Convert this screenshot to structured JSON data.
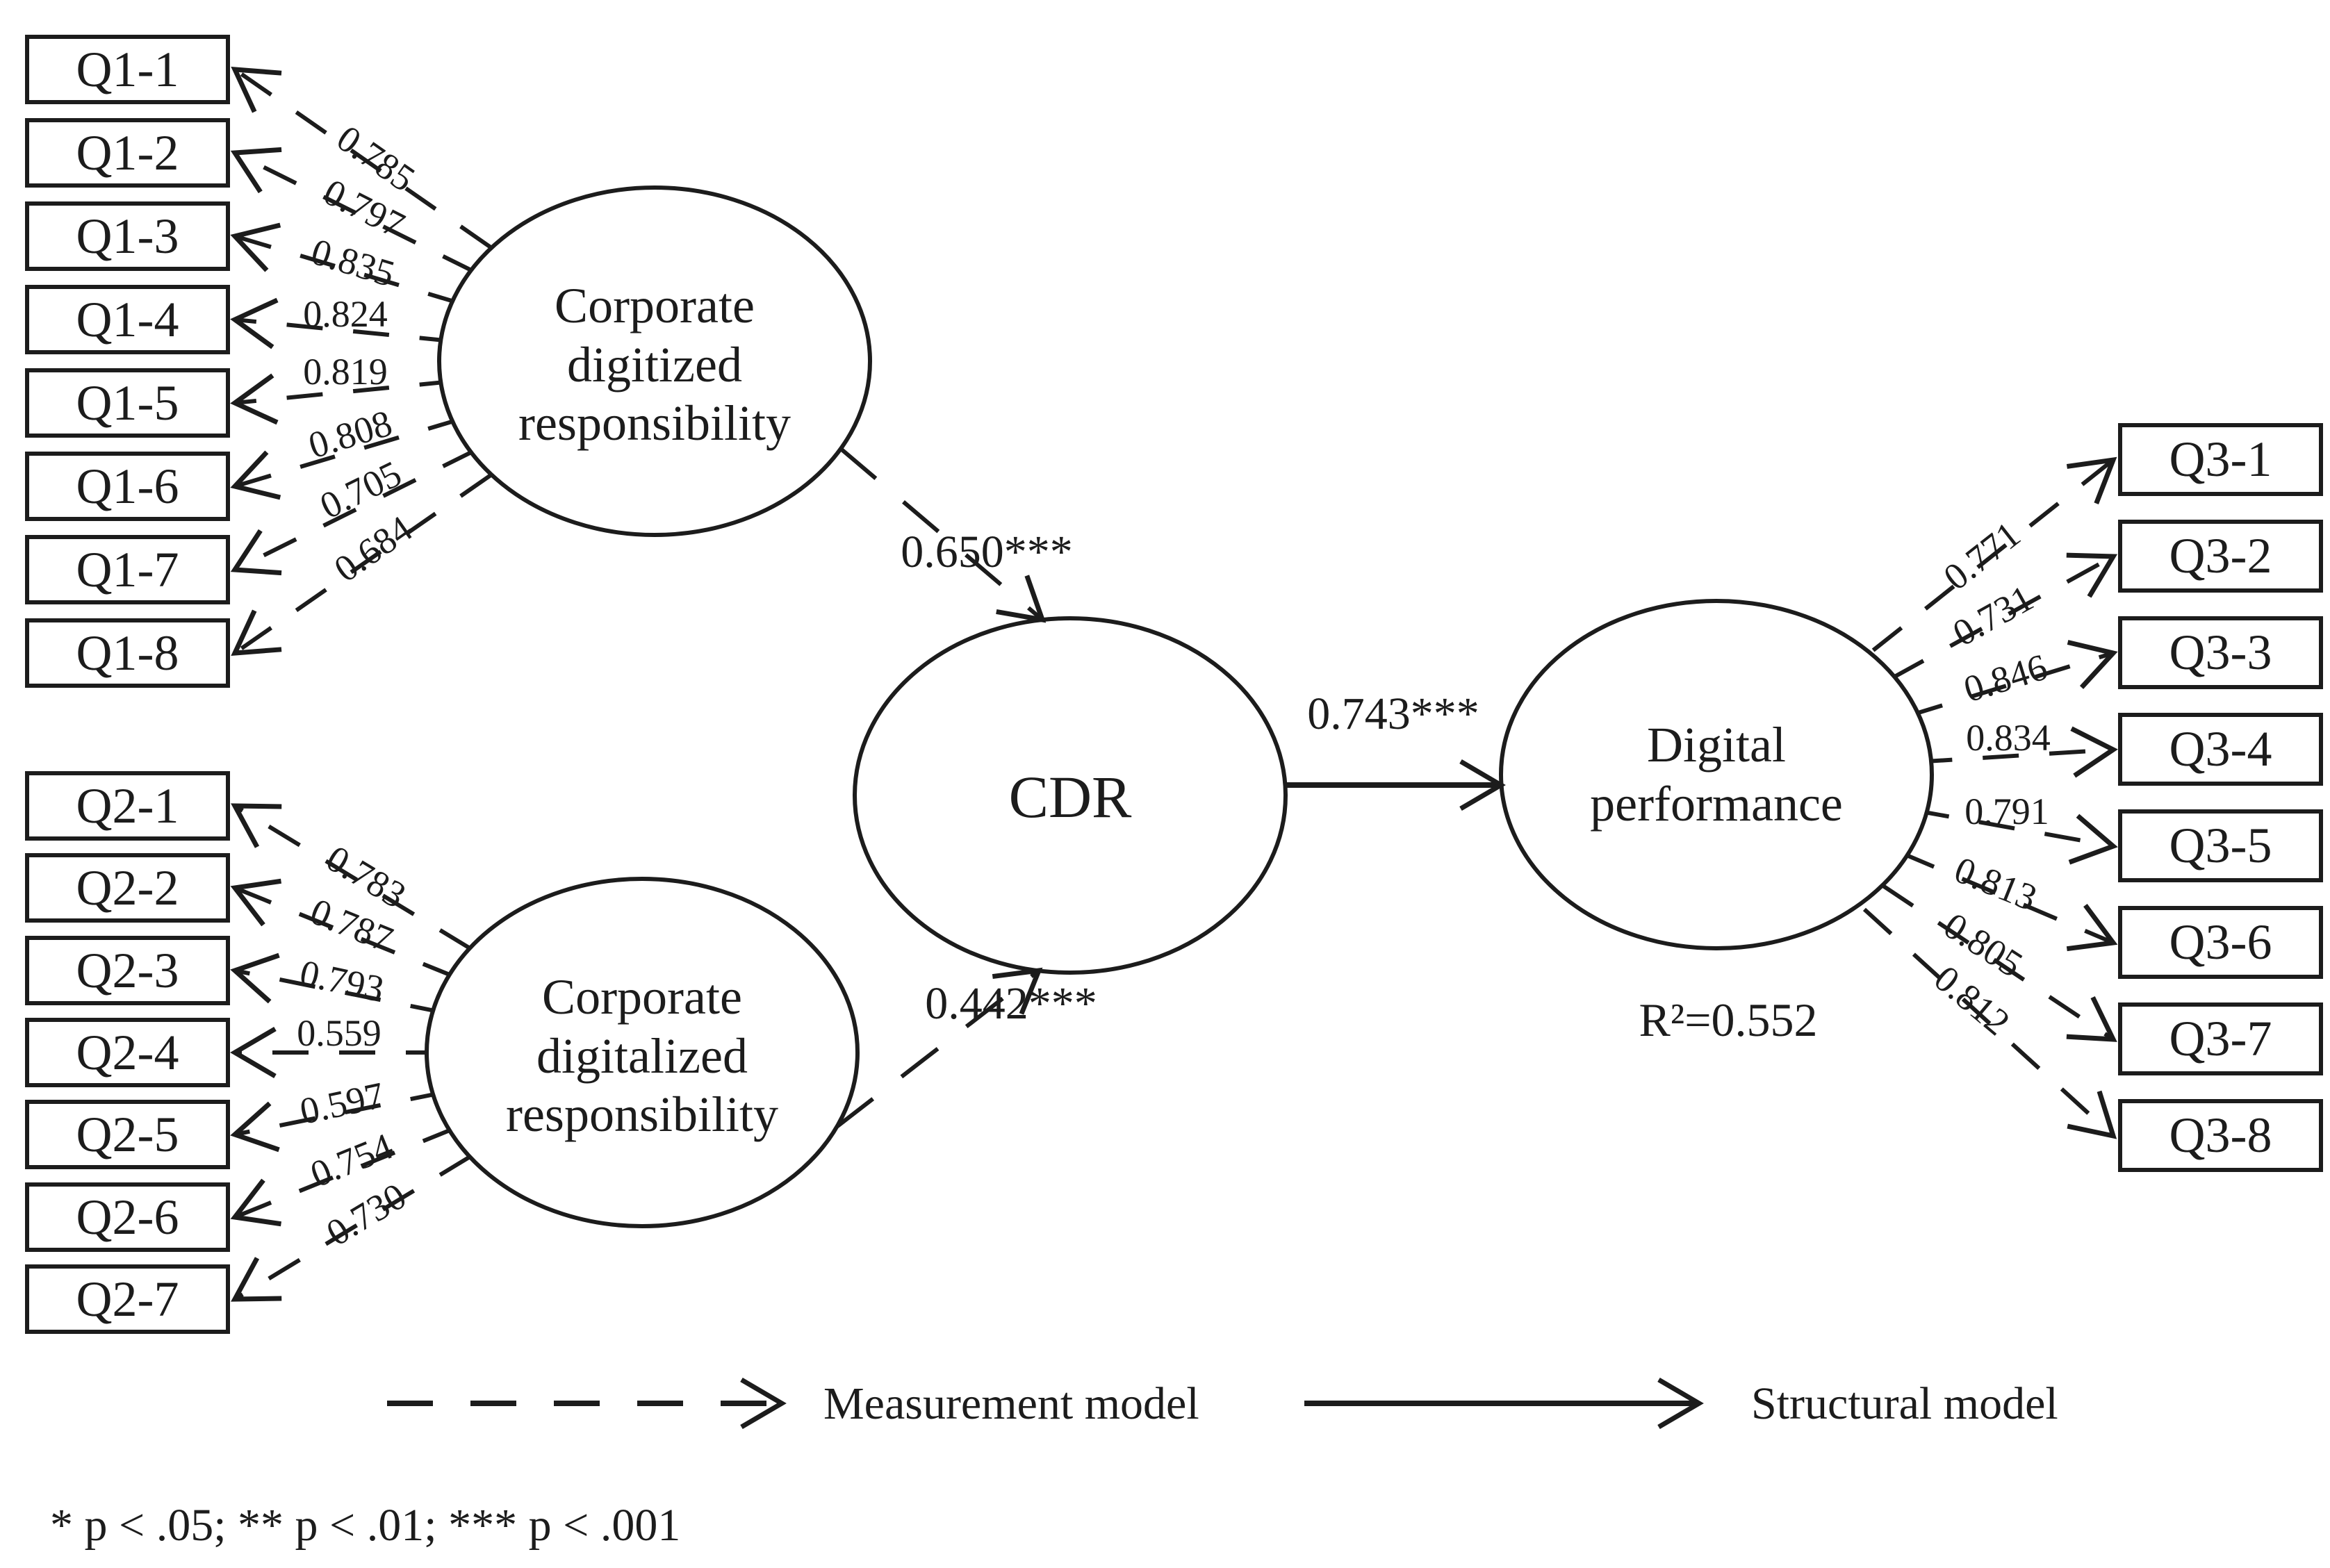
{
  "model": {
    "q1": {
      "label_lines": [
        "Corporate",
        "digitized",
        "responsibility"
      ],
      "items": [
        {
          "label": "Q1-1",
          "loading": "0.785"
        },
        {
          "label": "Q1-2",
          "loading": "0.797"
        },
        {
          "label": "Q1-3",
          "loading": "0.835"
        },
        {
          "label": "Q1-4",
          "loading": "0.824"
        },
        {
          "label": "Q1-5",
          "loading": "0.819"
        },
        {
          "label": "Q1-6",
          "loading": "0.808"
        },
        {
          "label": "Q1-7",
          "loading": "0.705"
        },
        {
          "label": "Q1-8",
          "loading": "0.684"
        }
      ]
    },
    "q2": {
      "label_lines": [
        "Corporate",
        "digitalized",
        "responsibility"
      ],
      "items": [
        {
          "label": "Q2-1",
          "loading": "0.783"
        },
        {
          "label": "Q2-2",
          "loading": "0.787"
        },
        {
          "label": "Q2-3",
          "loading": "0.793"
        },
        {
          "label": "Q2-4",
          "loading": "0.559"
        },
        {
          "label": "Q2-5",
          "loading": "0.597"
        },
        {
          "label": "Q2-6",
          "loading": "0.754"
        },
        {
          "label": "Q2-7",
          "loading": "0.730"
        }
      ]
    },
    "cdr": {
      "label": "CDR"
    },
    "performance": {
      "label_lines": [
        "Digital",
        "performance"
      ],
      "r_squared": "R²=0.552",
      "items": [
        {
          "label": "Q3-1",
          "loading": "0.771"
        },
        {
          "label": "Q3-2",
          "loading": "0.731"
        },
        {
          "label": "Q3-3",
          "loading": "0.846"
        },
        {
          "label": "Q3-4",
          "loading": "0.834"
        },
        {
          "label": "Q3-5",
          "loading": "0.791"
        },
        {
          "label": "Q3-6",
          "loading": "0.813"
        },
        {
          "label": "Q3-7",
          "loading": "0.805"
        },
        {
          "label": "Q3-8",
          "loading": "0.812"
        }
      ]
    },
    "paths": {
      "digitized_to_cdr": "0.650***",
      "digitalized_to_cdr": "0.442***",
      "cdr_to_performance": "0.743***"
    }
  },
  "legend": {
    "measurement_label": "Measurement model",
    "structural_label": "Structural model"
  },
  "footnote": "* p < .05; ** p < .01; *** p < .001",
  "colors": {
    "ink": "#1c1c1c",
    "background": "#ffffff"
  }
}
